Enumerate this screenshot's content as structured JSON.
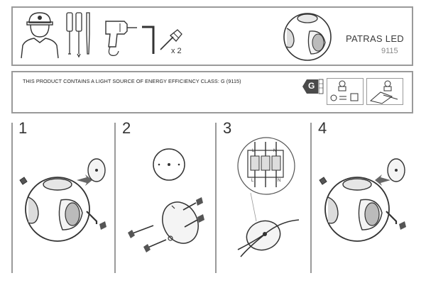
{
  "product": {
    "name": "PATRAS LED",
    "code": "9115"
  },
  "energy": {
    "notice": "THIS PRODUCT CONTAINS A LIGHT SOURCE OF ENERGY EFFICIENCY CLASS: G (9115)",
    "class": "G"
  },
  "tools": {
    "screw_quantity": "x 2"
  },
  "steps": [
    {
      "number": "1"
    },
    {
      "number": "2"
    },
    {
      "number": "3"
    },
    {
      "number": "4"
    }
  ],
  "wiring": {
    "terminal_top": [
      "L",
      "N"
    ],
    "terminal_bottom": [
      "L",
      "N"
    ]
  }
}
